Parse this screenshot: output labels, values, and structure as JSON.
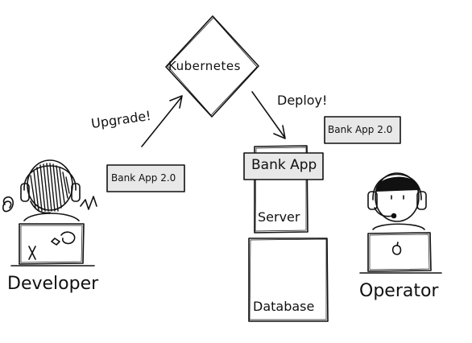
{
  "diagram": {
    "kubernetes_label": "Kubernetes",
    "upgrade_label": "Upgrade!",
    "deploy_label": "Deploy!",
    "bank_app_version_left": "Bank App 2.0",
    "bank_app_version_right": "Bank App 2.0",
    "bank_app_label": "Bank App",
    "server_label": "Server",
    "database_label": "Database",
    "developer_label": "Developer",
    "operator_label": "Operator"
  },
  "colors": {
    "stroke": "#111111",
    "box_fill": "#e8e8e8",
    "background": "#ffffff"
  }
}
